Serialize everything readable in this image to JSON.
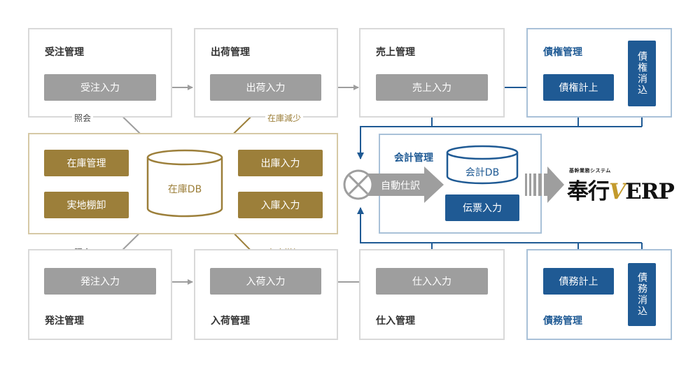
{
  "panels": {
    "order_mgmt": "受注管理",
    "shipping_mgmt": "出荷管理",
    "sales_mgmt": "売上管理",
    "receivables_mgmt": "債権管理",
    "accounting_mgmt": "会計管理",
    "purchase_order_mgmt": "発注管理",
    "receiving_mgmt": "入荷管理",
    "purchasing_mgmt": "仕入管理",
    "payables_mgmt": "債務管理"
  },
  "boxes": {
    "order_entry": "受注入力",
    "shipping_entry": "出荷入力",
    "sales_entry": "売上入力",
    "receivables_post": "債権計上",
    "receivables_clear": "債権消込",
    "inventory_mgmt": "在庫管理",
    "physical_count": "実地棚卸",
    "stock_out_entry": "出庫入力",
    "stock_in_entry": "入庫入力",
    "voucher_entry": "伝票入力",
    "po_entry": "発注入力",
    "receiving_entry": "入荷入力",
    "purchase_entry": "仕入入力",
    "payables_post": "債務計上",
    "payables_clear": "債務消込"
  },
  "databases": {
    "inventory_db": "在庫DB",
    "accounting_db": "会計DB"
  },
  "labels": {
    "ref_top": "照会",
    "ref_bottom": "照会",
    "stock_decrease": "在庫減少",
    "stock_increase": "在庫増加",
    "auto_journal": "自動仕訳"
  },
  "logo": {
    "subtitle": "基幹業務システム",
    "name_part1": "奉行",
    "name_v": "V",
    "name_part2": "ERP"
  },
  "colors": {
    "gray_box": "#9e9e9e",
    "blue": "#1f5a94",
    "gold": "#9c7f3a",
    "panel_border_gray": "#d9d9d9",
    "panel_border_blue": "#a9c1d8",
    "panel_border_gold": "#d6c9a6"
  }
}
